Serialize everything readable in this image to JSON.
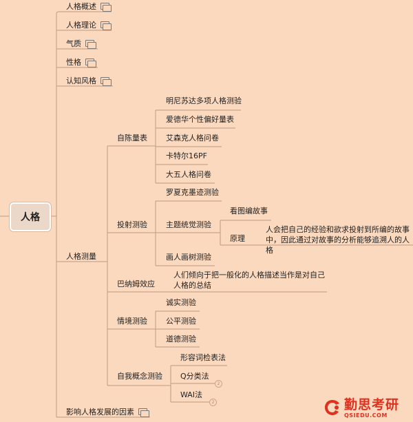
{
  "root": "人格",
  "nodes": {
    "gaishu": "人格概述",
    "lilun": "人格理论",
    "qizhi": "气质",
    "xingge": "性格",
    "renzhi": "认知风格",
    "celiang": "人格测量",
    "zichen": "自陈量表",
    "mingni": "明尼苏达多项人格测验",
    "aidehua": "爱德华个性偏好量表",
    "aisen": "艾森克人格问卷",
    "katel": "卡特尔16PF",
    "dawu": "大五人格问卷",
    "touse": "投射测验",
    "luoxia": "罗夏克墨迹测验",
    "zhuti": "主题统觉测验",
    "kantu": "看图编故事",
    "yuanli": "原理",
    "yuanli_text": "人会把自己的经验和欲求投射到所编的故事中，因此通过对故事的分析能够追溯人的人格",
    "huaren": "画人画树测验",
    "banamu": "巴纳姆效应",
    "banamu_text": "人们倾向于把一般化的人格描述当作是对自己人格的总结",
    "qingjing": "情境测验",
    "chengshi": "诚实测验",
    "gongping": "公平测验",
    "daode": "道德测验",
    "ziwo": "自我概念测验",
    "xingrong": "形容词检表法",
    "qfen": "Q分类法",
    "wai": "WAI法",
    "yingxiang": "影响人格发展的因素"
  },
  "badges": {
    "qfen": "2",
    "wai": "2"
  },
  "icons": {
    "notes": "notes-icon",
    "logo": "logo-icon"
  },
  "logo": {
    "name": "勤思考研",
    "url": "QSIEDU.COM"
  },
  "colors": {
    "background": "#fbd9bf",
    "line": "#c9a58c",
    "logo": "#e0301e"
  }
}
